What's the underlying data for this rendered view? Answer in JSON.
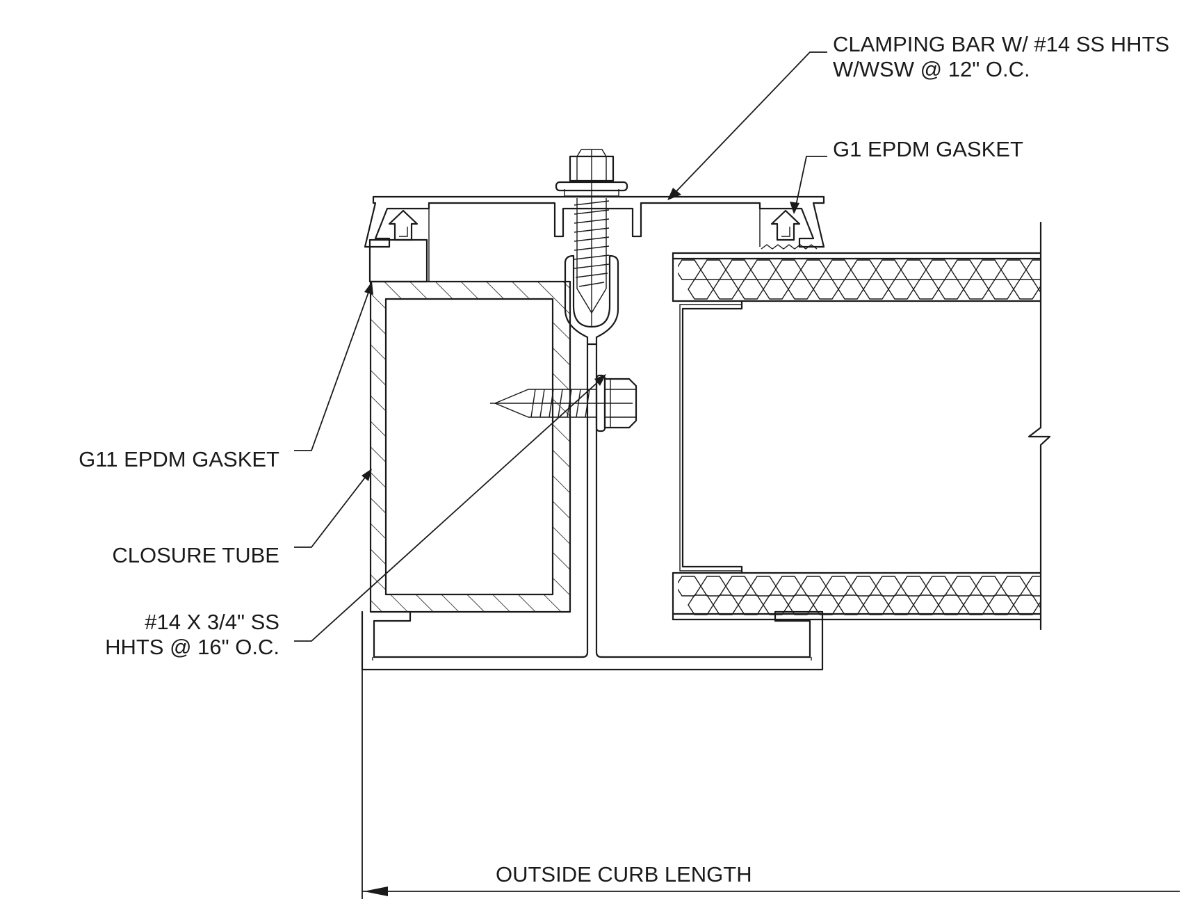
{
  "labels": {
    "clamping_bar": [
      "CLAMPING BAR W/ #14 SS HHTS",
      "W/WSW @ 12\" O.C."
    ],
    "g1_gasket": "G1 EPDM GASKET",
    "g11_gasket": "G11 EPDM GASKET",
    "closure_tube": "CLOSURE TUBE",
    "side_screw": [
      "#14 X 3/4\" SS",
      "HHTS @ 16\" O.C."
    ],
    "dimension": "OUTSIDE CURB LENGTH"
  }
}
